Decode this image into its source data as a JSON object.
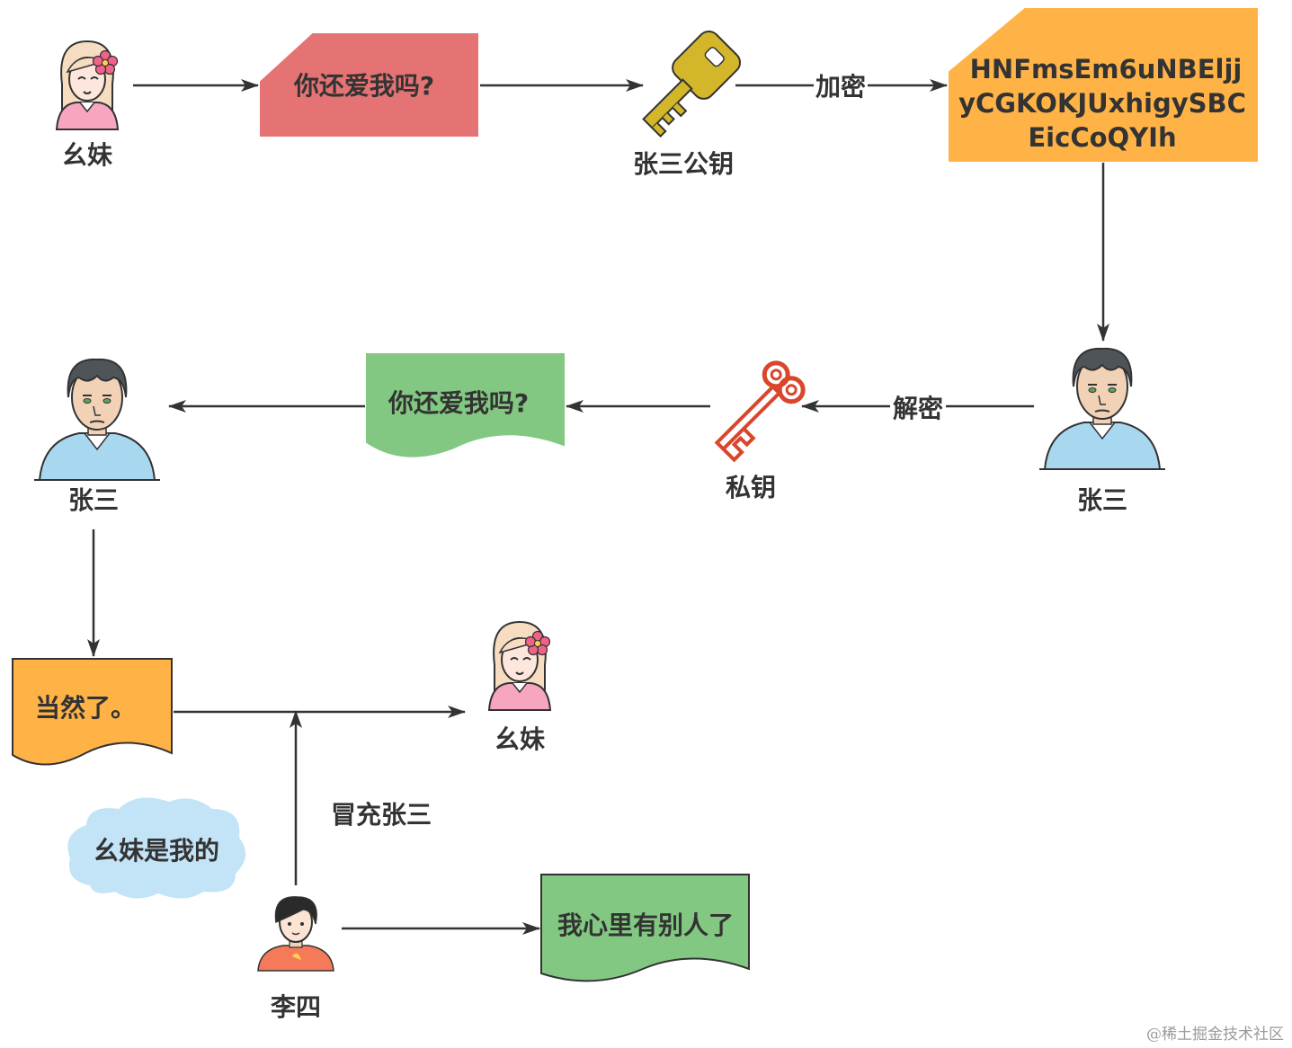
{
  "colors": {
    "red_box": "#e57373",
    "orange_box": "#ffb347",
    "green_box": "#82c882",
    "cloud": "#c3e3f7",
    "key_public": "#d4b62a",
    "key_private": "#d9462b",
    "line": "#333333"
  },
  "nodes": {
    "girl_top": {
      "name": "幺妹"
    },
    "msg_red": {
      "text": "你还爱我吗?"
    },
    "public_key": {
      "label": "张三公钥"
    },
    "encrypt_edge": {
      "label": "加密"
    },
    "cipher": {
      "lines": [
        "HNFmsEm6uNBEljj",
        "yCGKOKJUxhigySBC",
        "EicCoQYIh"
      ]
    },
    "zhangsan_right": {
      "name": "张三"
    },
    "decrypt_edge": {
      "label": "解密"
    },
    "private_key": {
      "label": "私钥"
    },
    "msg_green": {
      "text": "你还爱我吗?"
    },
    "zhangsan_left": {
      "name": "张三"
    },
    "reply_orange": {
      "text": "当然了。"
    },
    "girl_bottom": {
      "name": "幺妹"
    },
    "impersonate_edge": {
      "label": "冒充张三"
    },
    "thought_cloud": {
      "text": "幺妹是我的"
    },
    "lisi": {
      "name": "李四"
    },
    "fake_green": {
      "text": "我心里有别人了"
    }
  },
  "icons": [
    "girl-avatar-icon",
    "public-key-icon",
    "private-key-icon",
    "man-avatar-icon",
    "boy-avatar-icon"
  ],
  "watermark": "@稀土掘金技术社区"
}
